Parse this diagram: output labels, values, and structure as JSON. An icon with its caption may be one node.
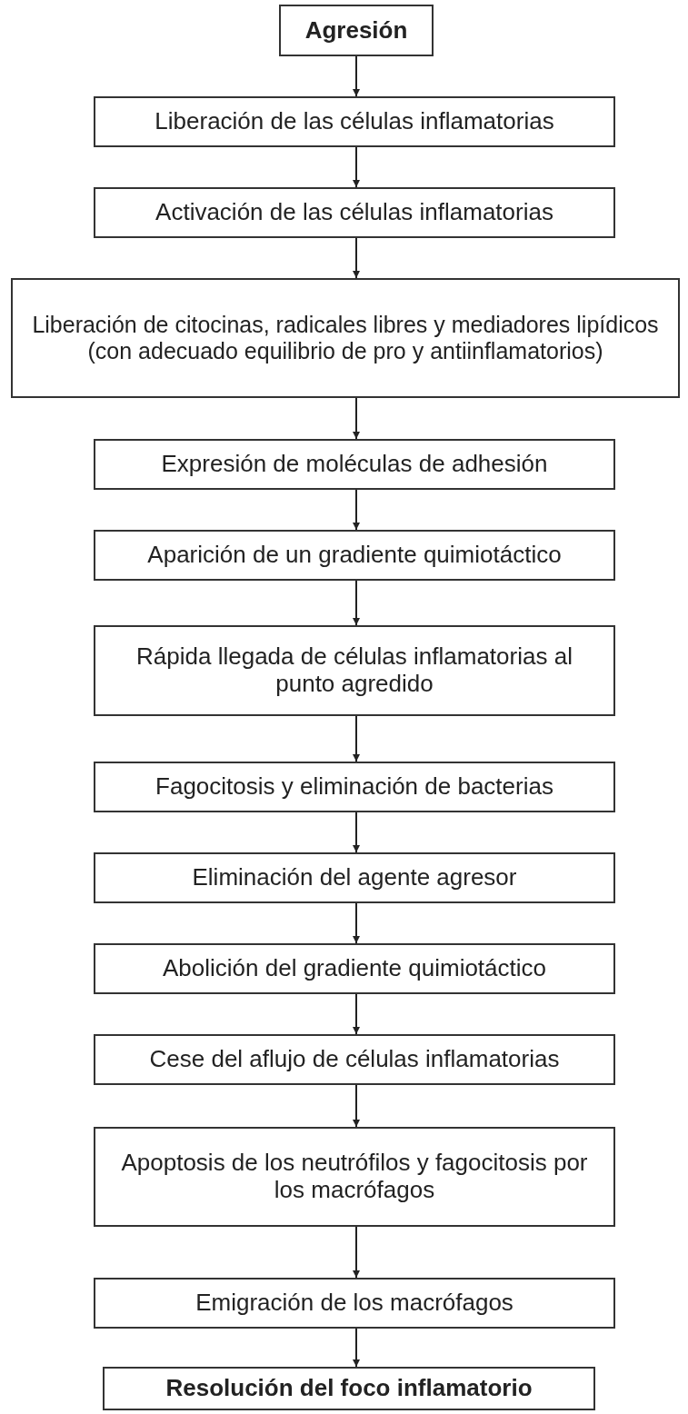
{
  "diagram": {
    "nodes": [
      {
        "text": [
          "Agresión"
        ]
      },
      {
        "text": [
          "Liberación de las células inflamatorias"
        ]
      },
      {
        "text": [
          "Activación de las células inflamatorias"
        ]
      },
      {
        "text": [
          "Liberación de citocinas, radicales libres y mediadores lipídicos (con adecuado equilibrio de pro y antiinflamatorios)"
        ]
      },
      {
        "text": [
          "Expresión de moléculas de adhesión"
        ]
      },
      {
        "text": [
          "Aparición de un gradiente quimiotáctico"
        ]
      },
      {
        "text": [
          "Rápida llegada de células inflamatorias al punto agredido"
        ]
      },
      {
        "text": [
          "Fagocitosis y eliminación de bacterias"
        ]
      },
      {
        "text": [
          "Eliminación del agente agresor"
        ]
      },
      {
        "text": [
          "Abolición del gradiente quimiotáctico"
        ]
      },
      {
        "text": [
          "Cese del aflujo de células inflamatorias"
        ]
      },
      {
        "text": [
          "Apoptosis de los neutrófilos y fagocitosis por los macrófagos"
        ]
      },
      {
        "text": [
          "Emigración de los macrófagos"
        ]
      },
      {
        "text": [
          "Resolución del foco inflamatorio"
        ]
      }
    ],
    "edges": [
      {
        "from": 0,
        "to": 1,
        "arrow": "to"
      },
      {
        "from": 1,
        "to": 2,
        "arrow": "to"
      },
      {
        "from": 2,
        "to": 3,
        "arrow": "to"
      },
      {
        "from": 3,
        "to": 4,
        "arrow": "to"
      },
      {
        "from": 4,
        "to": 5,
        "arrow": "to"
      },
      {
        "from": 5,
        "to": 6,
        "arrow": "to"
      },
      {
        "from": 6,
        "to": 7,
        "arrow": "to"
      },
      {
        "from": 7,
        "to": 8,
        "arrow": "to"
      },
      {
        "from": 8,
        "to": 9,
        "arrow": "to"
      },
      {
        "from": 9,
        "to": 10,
        "arrow": "to"
      },
      {
        "from": 10,
        "to": 11,
        "arrow": "to"
      },
      {
        "from": 11,
        "to": 12,
        "arrow": "to"
      },
      {
        "from": 12,
        "to": 13,
        "arrow": "to"
      }
    ]
  }
}
